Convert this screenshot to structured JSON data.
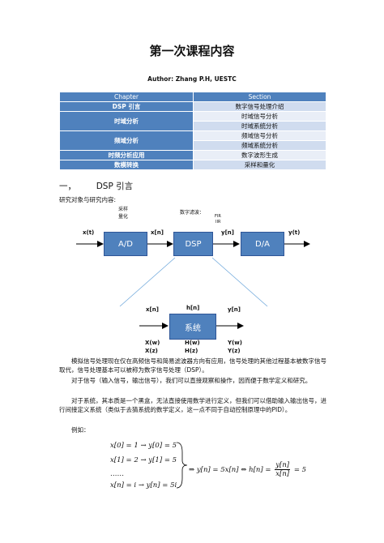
{
  "doc": {
    "title": "第一次课程内容",
    "author": "Author: Zhang P.H, UESTC"
  },
  "toc": {
    "header": [
      "Chapter",
      "Section"
    ],
    "rows": [
      {
        "chapter": "DSP 引言",
        "sections": [
          "数字信号处理介绍"
        ]
      },
      {
        "chapter": "时域分析",
        "sections": [
          "时域信号分析",
          "时域系统分析"
        ]
      },
      {
        "chapter": "频域分析",
        "sections": [
          "频域信号分析",
          "频域系统分析"
        ]
      },
      {
        "chapter": "时频分析应用",
        "sections": [
          "数字波形生成"
        ]
      },
      {
        "chapter": "数模转换",
        "sections": [
          "采样和量化"
        ]
      }
    ]
  },
  "section1": {
    "num": "一，",
    "heading": "DSP 引言",
    "intro": "研究对象与研究内容:"
  },
  "diagram1": {
    "note_sampling_1": "采样",
    "note_sampling_2": "量化",
    "note_filter": "数字滤波：",
    "note_fir": "FIR",
    "note_iir": "IIR",
    "sig_xt": "x(t)",
    "sig_xn": "x[n]",
    "sig_yn": "y[n]",
    "sig_yt": "y(t)",
    "box_ad": "A/D",
    "box_dsp": "DSP",
    "box_da": "D/A"
  },
  "diagram2": {
    "sig_xn": "x[n]",
    "sig_hn": "h[n]",
    "sig_yn": "y[n]",
    "box": "系统",
    "sig_xw": "X(w)",
    "sig_xz": "X(z)",
    "sig_hw": "H(w)",
    "sig_hz": "H(z)",
    "sig_yw": "Y(w)",
    "sig_yz": "Y(z)"
  },
  "paragraphs": [
    "模拟信号处理现在仅在高频信号和简易滤波器方向有应用，信号处理的其他过程基本被数字信号取代，信号处理基本可以被称为数字信号处理（DSP）。",
    "对于信号（输入信号，输出信号），我们可以直接观察和操作，因而便于数学定义和研究。",
    "对于系统，其本质是一个黑盒，无法直接使用数学进行定义，但我们可以借助输入输出信号，进行间接定义系统（类似于去猜系统的数学定义，这一点不同于自动控制原理中的PID）。",
    "例如："
  ],
  "math": {
    "line1": "x[0] = 1 → y[0] = 5",
    "line2": "x[1] = 2 → y[1] = 5",
    "line3": "……",
    "line4": "x[n] = i → y[n] = 5i",
    "result_pre": "⇒ y[n] = 5x[n] ⇔ h[n] =",
    "frac_num": "y[n]",
    "frac_den": "x[n]",
    "result_post": "= 5"
  }
}
